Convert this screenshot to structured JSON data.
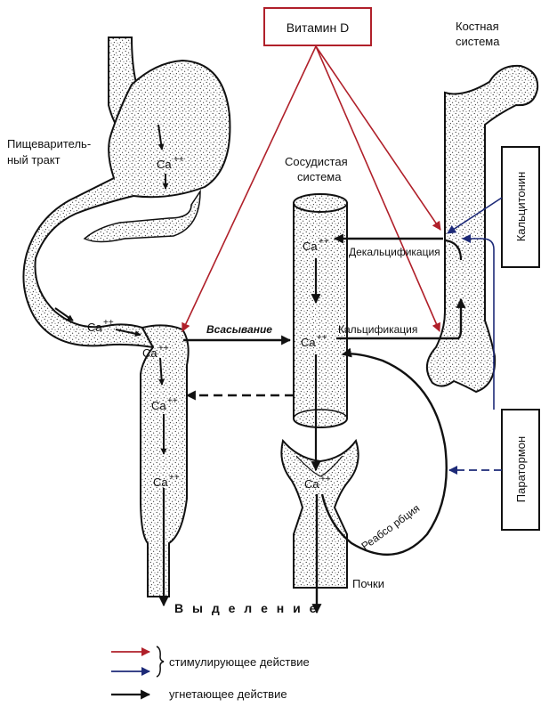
{
  "labels": {
    "vitamin_d": "Витамин D",
    "bone_system_line1": "Костная",
    "bone_system_line2": "система",
    "digestive_line1": "Пищеваритель-",
    "digestive_line2": "ный тракт",
    "vascular_line1": "Сосудистая",
    "vascular_line2": "система",
    "calcitonin": "Кальцитонин",
    "parathormone": "Паратормон",
    "absorption": "Всасывание",
    "decalcification": "Декальцификация",
    "calcification": "Кальцификация",
    "reabsorption": "Реабсо рбция",
    "kidneys": "Почки",
    "excretion": "В ы д е л е н и е",
    "ca": "Ca",
    "ca_charge": "++"
  },
  "legend": {
    "stimulating": "стимулирующее действие",
    "inhibiting": "угнетающее действие"
  },
  "colors": {
    "vitamin_red": "#b0202a",
    "hormone_blue": "#1d2a78",
    "black": "#111111",
    "stipple": "#333333"
  }
}
